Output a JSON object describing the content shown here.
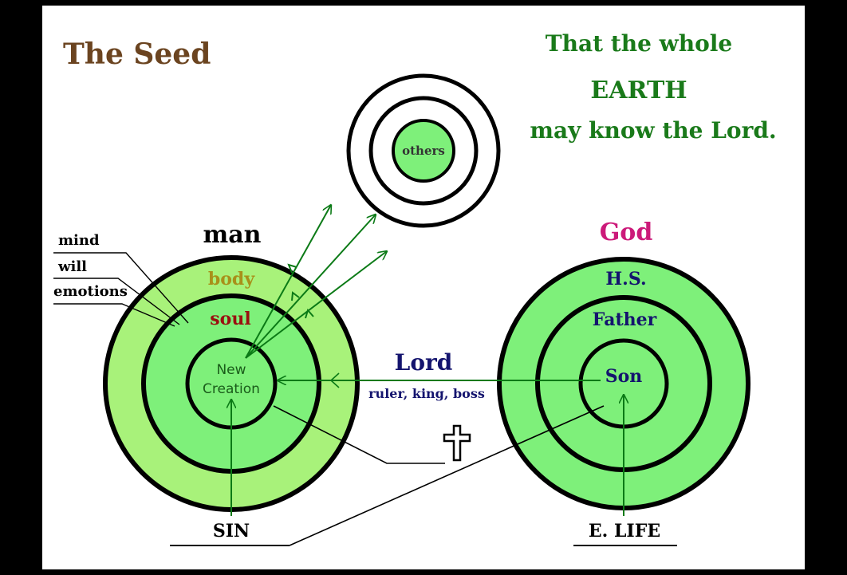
{
  "title": "The Seed",
  "verse": {
    "line1": "That the whole",
    "line2": "EARTH",
    "line3": "may know the Lord."
  },
  "man": {
    "label": "man",
    "body": "body",
    "soul": "soul",
    "center_line1": "New",
    "center_line2": "Creation"
  },
  "soul_parts": {
    "mind": "mind",
    "will": "will",
    "emotions": "emotions"
  },
  "others": {
    "label": "others"
  },
  "god": {
    "label": "God",
    "outer": "H.S.",
    "middle": "Father",
    "center": "Son"
  },
  "lord": {
    "label": "Lord",
    "subtitle": "ruler, king, boss"
  },
  "sin": {
    "label": "SIN"
  },
  "life": {
    "label": "E. LIFE"
  },
  "colors": {
    "title_brown": "#6b4420",
    "verse_green": "#1a7a1a",
    "man_outer_fill": "#a8f27a",
    "inner_fill": "#7ef07a",
    "arrow_green": "#0b7a16",
    "lord_navy": "#14146e",
    "god_magenta": "#cc1a7a",
    "body_olive": "#a8901a",
    "soul_red": "#9a1010"
  },
  "icons": {
    "cross": "cross-icon"
  }
}
